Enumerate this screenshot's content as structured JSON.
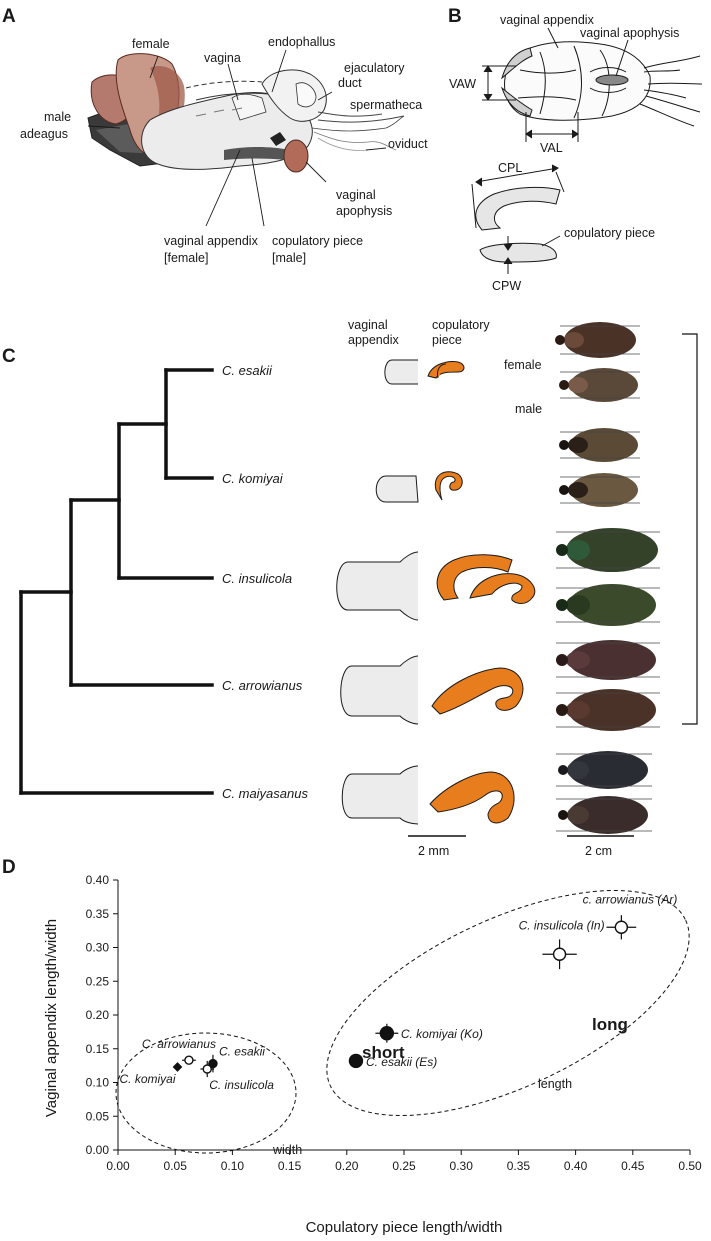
{
  "panels": [
    "A",
    "B",
    "C",
    "D"
  ],
  "panel_a": {
    "labels": {
      "female": "female",
      "vagina": "vagina",
      "endophallus": "endophallus",
      "ejaculatory_1": "ejaculatory",
      "ejaculatory_2": "duct",
      "spermatheca": "spermatheca",
      "oviduct": "oviduct",
      "male_1": "male",
      "male_2": "adeagus",
      "va_1": "vaginal appendix",
      "va_2": "[female]",
      "cp_1": "copulatory piece",
      "cp_2": "[male]",
      "vap_1": "vaginal",
      "vap_2": "apophysis"
    }
  },
  "panel_b": {
    "labels": {
      "vaginal_appendix": "vaginal appendix",
      "vaginal_apophysis": "vaginal apophysis",
      "vaw": "VAW",
      "val": "VAL",
      "cpl": "CPL",
      "cpw": "CPW",
      "copulatory_piece": "copulatory piece"
    }
  },
  "panel_c": {
    "col_headers": {
      "va_1": "vaginal",
      "va_2": "appendix",
      "cp_1": "copulatory",
      "cp_2": "piece"
    },
    "sex_labels": {
      "female": "female",
      "male": "male"
    },
    "species": [
      "C. esakii",
      "C. komiyai",
      "C. insulicola",
      "C. arrowianus",
      "C. maiyasanus"
    ],
    "scale_organs": "2 mm",
    "scale_beetles": "2 cm",
    "colors": {
      "copulatory_piece": "#e87d1e",
      "appendix_fill": "#ececec"
    }
  },
  "chart_data": {
    "type": "scatter",
    "xlabel": "Copulatory piece length/width",
    "ylabel": "Vaginal appendix length/width",
    "xlim": [
      0.0,
      0.5
    ],
    "ylim": [
      0.0,
      0.4
    ],
    "xticks": [
      "0.00",
      "0.05",
      "0.10",
      "0.15",
      "0.20",
      "0.25",
      "0.30",
      "0.35",
      "0.40",
      "0.45",
      "0.50"
    ],
    "yticks": [
      "0.00",
      "0.05",
      "0.10",
      "0.15",
      "0.20",
      "0.25",
      "0.30",
      "0.35",
      "0.40"
    ],
    "length_points": [
      {
        "label": "c. arrowianus (Ar)",
        "x": 0.44,
        "y": 0.33,
        "x_err": 0.013,
        "y_err": 0.018,
        "filled": false
      },
      {
        "label": "C. insulicola (In)",
        "x": 0.386,
        "y": 0.29,
        "x_err": 0.015,
        "y_err": 0.022,
        "filled": false
      },
      {
        "label": "C. komiyai (Ko)",
        "x": 0.235,
        "y": 0.173,
        "x_err": 0.01,
        "y_err": 0.014,
        "filled": true
      },
      {
        "label": "C. esakii (Es)",
        "x": 0.208,
        "y": 0.132,
        "x_err": 0.004,
        "y_err": 0.008,
        "filled": true
      }
    ],
    "width_points": [
      {
        "label": "C. arrowianus",
        "x": 0.062,
        "y": 0.133,
        "x_err": 0.006,
        "y_err": 0.0,
        "filled": false
      },
      {
        "label": "C. esakii",
        "x": 0.083,
        "y": 0.128,
        "x_err": 0.004,
        "y_err": 0.013,
        "filled": true
      },
      {
        "label": "C. komiyai",
        "x": 0.052,
        "y": 0.123,
        "x_err": 0.0,
        "y_err": 0.0,
        "filled": true
      },
      {
        "label": "C. insulicola",
        "x": 0.078,
        "y": 0.12,
        "x_err": 0.006,
        "y_err": 0.012,
        "filled": false
      }
    ],
    "annotations": {
      "short": "short",
      "long": "long",
      "length": "length",
      "width": "width"
    }
  }
}
